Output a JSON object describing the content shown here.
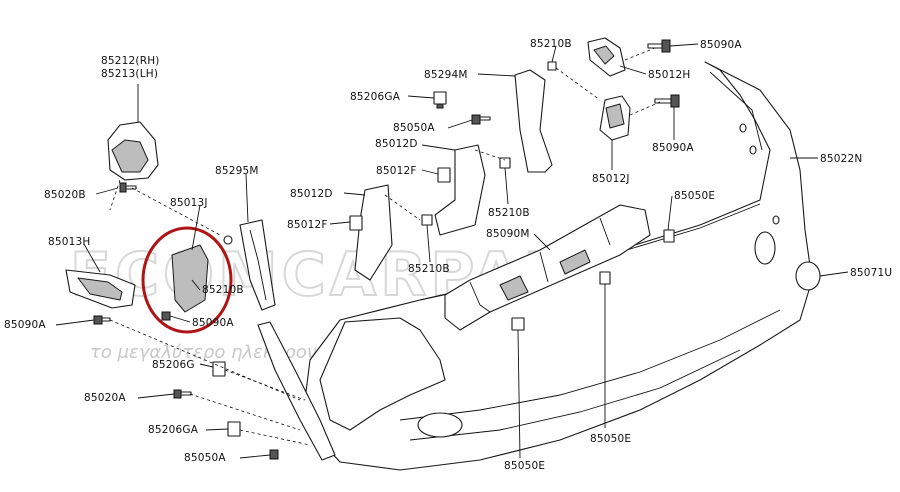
{
  "watermark": {
    "brand": "ECOMCARPARTS.GR",
    "tagline": "το μεγαλύτερο ηλεκτρονικό κατάστημα ανταλλακτικών"
  },
  "labels": {
    "p85212": "85212(RH)",
    "p85213": "85213(LH)",
    "p85020B": "85020B",
    "p85013J": "85013J",
    "p85013H": "85013H",
    "p85090A_left": "85090A",
    "p85210B_left": "85210B",
    "p85090A_mid": "85090A",
    "p85295M": "85295M",
    "p85206G": "85206G",
    "p85020A": "85020A",
    "p85206GA_bottom": "85206GA",
    "p85050A_bottom": "85050A",
    "p85206GA_top": "85206GA",
    "p85294M": "85294M",
    "p85210B_top": "85210B",
    "p85050A_top": "85050A",
    "p85012D_top": "85012D",
    "p85012F_top": "85012F",
    "p85012D_mid": "85012D",
    "p85012F_mid": "85012F",
    "p85210B_mid": "85210B",
    "p85210B_lower": "85210B",
    "p85090M": "85090M",
    "p85090A_topright": "85090A",
    "p85012H": "85012H",
    "p85090A_right": "85090A",
    "p85012J": "85012J",
    "p85050E_top": "85050E",
    "p85022N": "85022N",
    "p85071U": "85071U",
    "p85050E_bottom": "85050E",
    "p85050E_center": "85050E"
  },
  "colors": {
    "highlight": "#b01515",
    "ink": "#111111"
  }
}
